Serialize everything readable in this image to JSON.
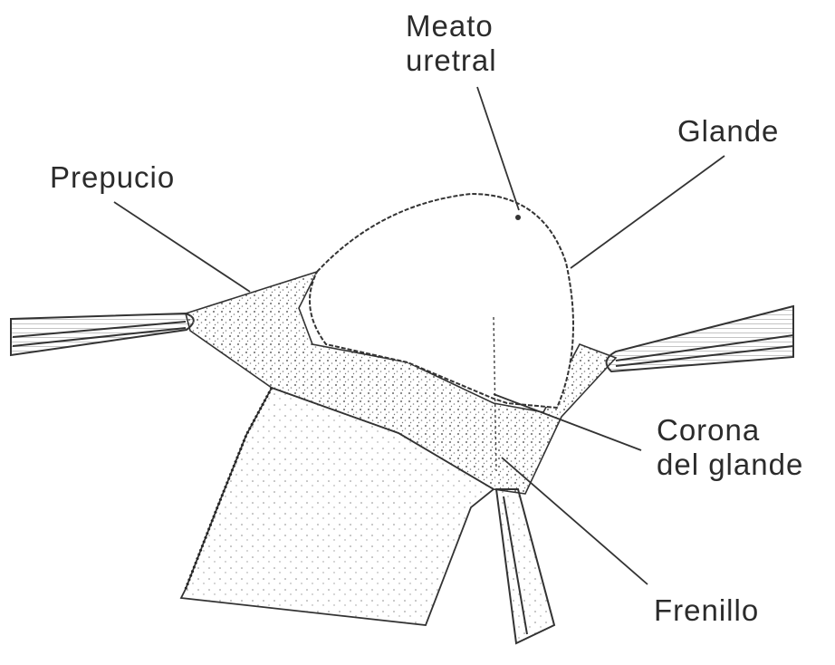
{
  "labels": {
    "meato": {
      "line1": "Meato",
      "line2": "uretral"
    },
    "glande": "Glande",
    "prepucio": "Prepucio",
    "corona": {
      "line1": "Corona",
      "line2": "del glande"
    },
    "frenillo": "Frenillo"
  },
  "colors": {
    "ink": "#2b2b2b",
    "shade": "#6f6f6f",
    "background": "#ffffff"
  }
}
